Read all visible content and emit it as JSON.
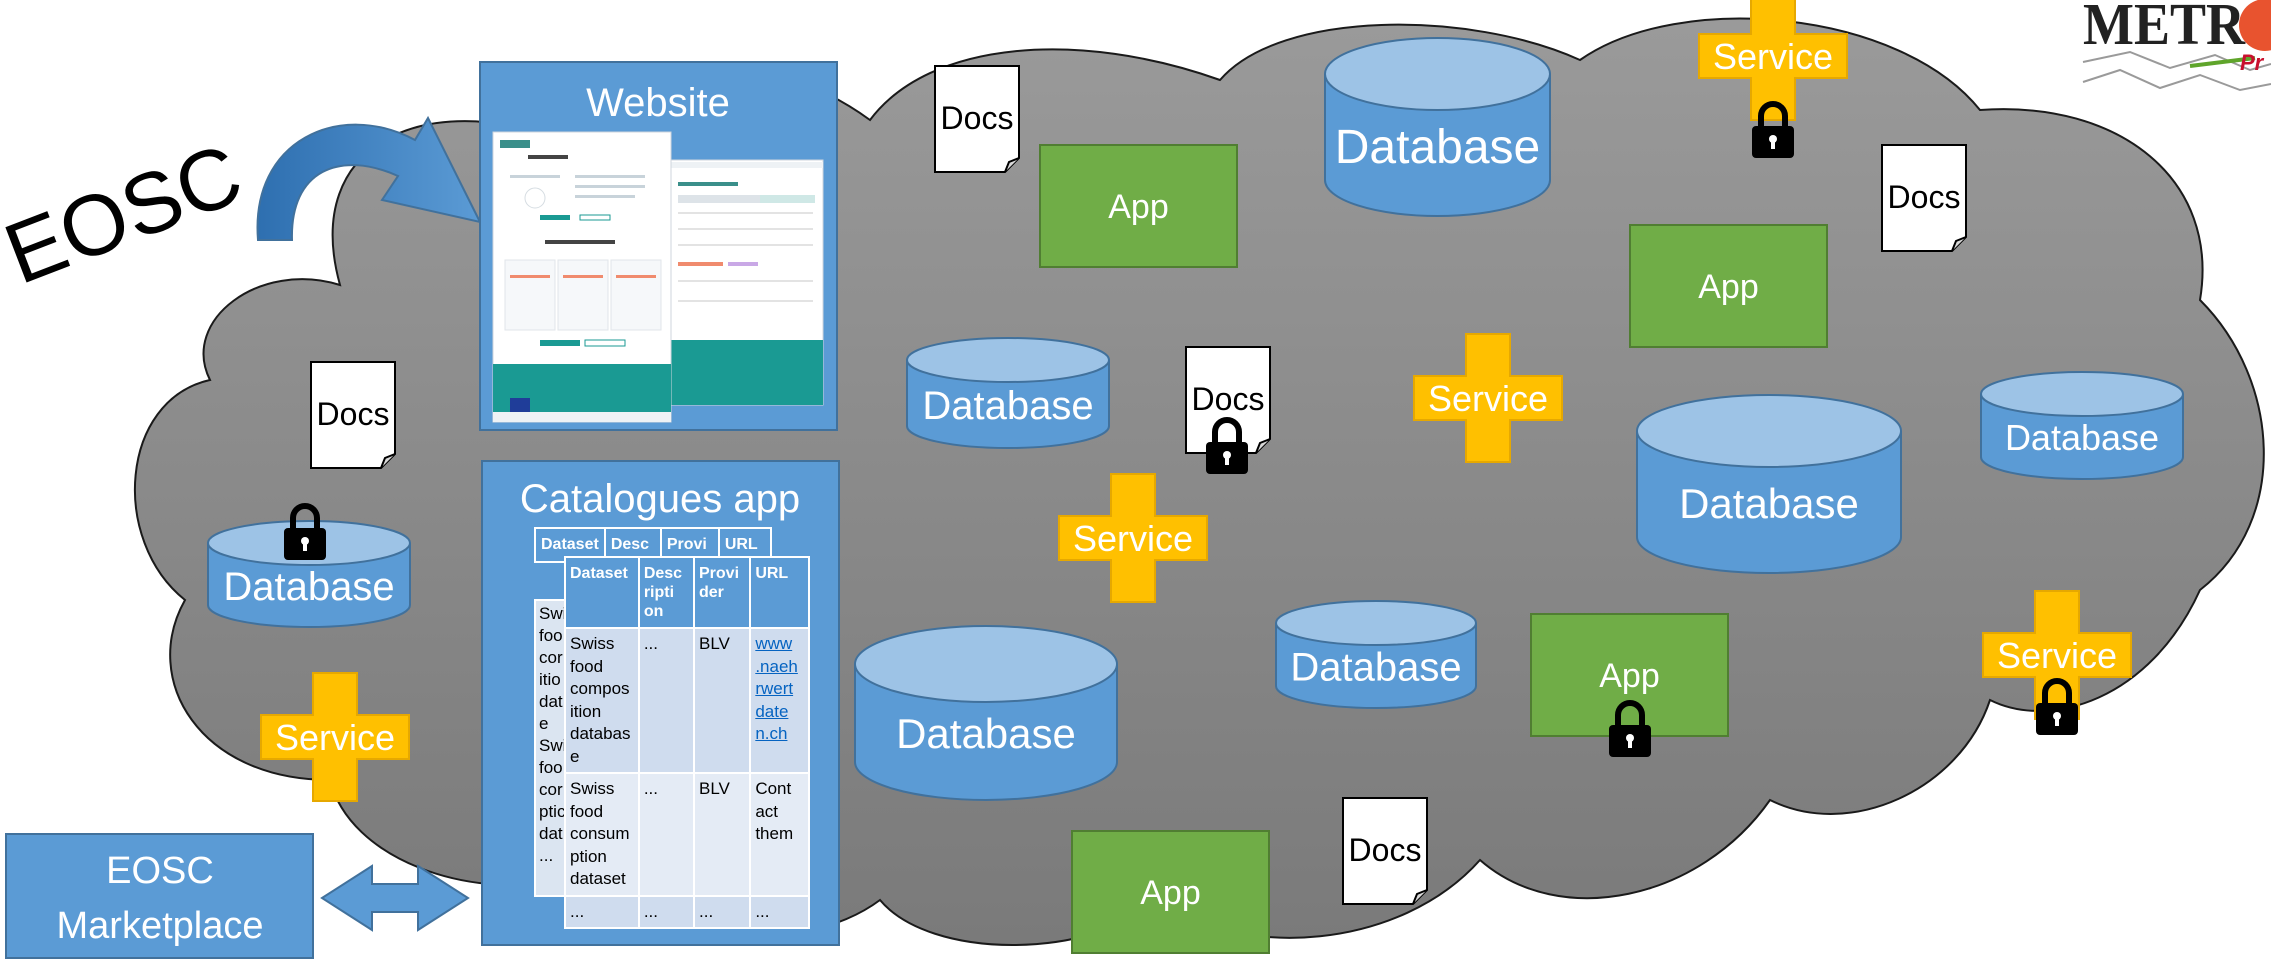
{
  "eosc_label": "EOSC",
  "logo": {
    "text": "METRO",
    "tagline": "Pr"
  },
  "website": {
    "title": "Website"
  },
  "catalogues": {
    "title": "Catalogues app",
    "back_headers": [
      "Dataset",
      "Desc",
      "Provi",
      "URL"
    ],
    "back_rows": [
      [
        "Swi",
        "foo",
        "cor",
        "itio",
        "dat",
        "e"
      ],
      [
        "Swi",
        "foo",
        "cor",
        "ptic",
        "dat"
      ],
      [
        "..."
      ]
    ],
    "headers": [
      "Dataset",
      "Desc\nripti\non",
      "Provi\nder",
      "URL"
    ],
    "rows": [
      [
        "Swiss\nfood\ncompos\nition\ndatabas\ne",
        "...",
        "BLV",
        "www\n.naeh\nrwert\ndate\nn.ch"
      ],
      [
        "Swiss\nfood\nconsum\nption\ndataset",
        "...",
        "BLV",
        "Cont\nact\nthem"
      ],
      [
        "...",
        "...",
        "...",
        "..."
      ]
    ]
  },
  "marketplace": {
    "label_line1": "EOSC",
    "label_line2": "Marketplace"
  },
  "labels": {
    "docs": "Docs",
    "app": "App",
    "database": "Database",
    "service": "Service"
  },
  "colors": {
    "blue": "#5b9bd5",
    "blue_dark": "#41719c",
    "green": "#70ad47",
    "green_dark": "#507e32",
    "orange": "#ffc000",
    "cloud": "#8c8c8c"
  }
}
